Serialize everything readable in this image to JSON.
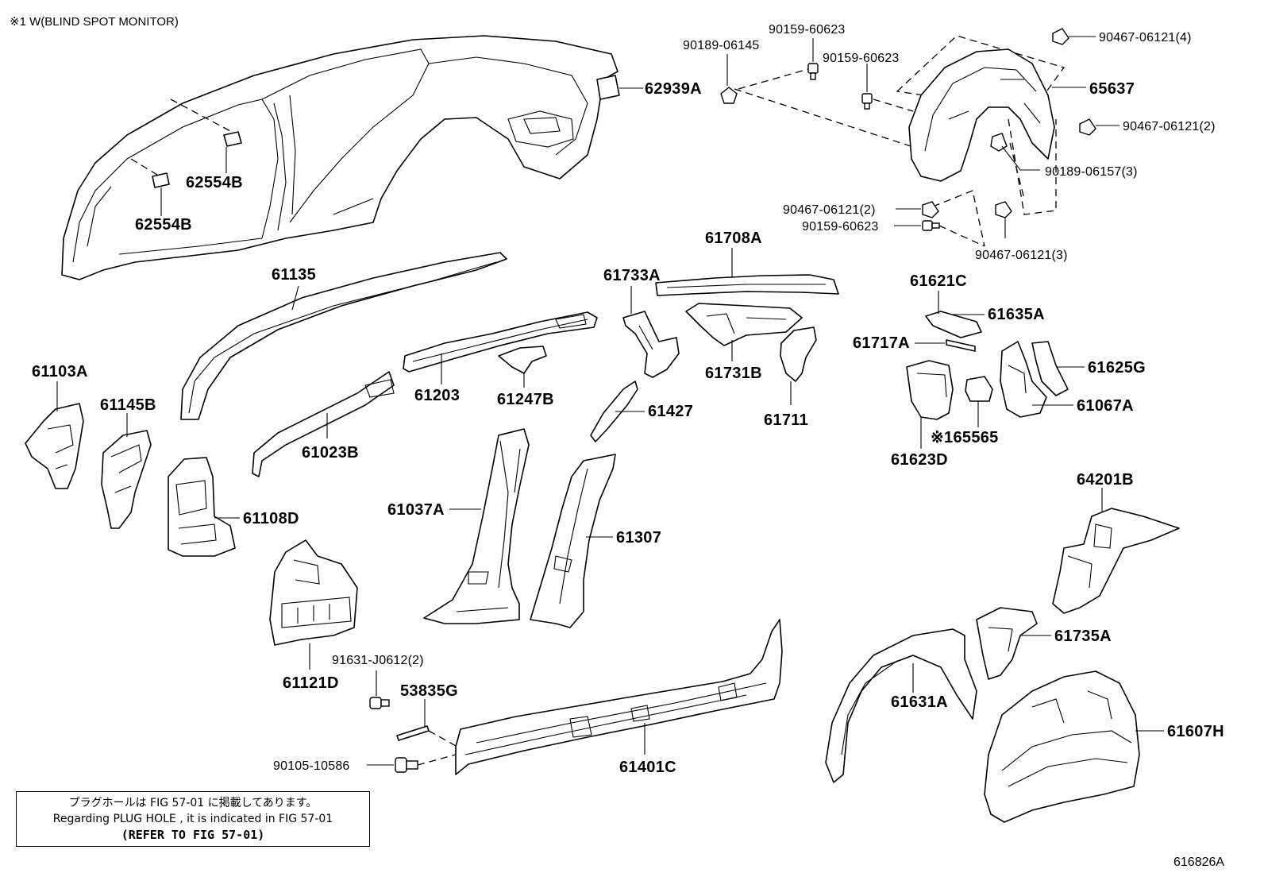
{
  "header_note": "※1  W(BLIND SPOT MONITOR)",
  "figure_code": "616826A",
  "note_box": {
    "line1": "プラグホールは FIG 57-01 に掲載してあります。",
    "line2": "Regarding  PLUG  HOLE , it is indicated in FIG  57-01",
    "line3": "(REFER TO FIG 57-01)"
  },
  "labels": {
    "p62939A": "62939A",
    "p62554B_upper": "62554B",
    "p62554B_lower": "62554B",
    "p61135": "61135",
    "p61103A": "61103A",
    "p61145B": "61145B",
    "p61108D": "61108D",
    "p61023B": "61023B",
    "p61203": "61203",
    "p61247B": "61247B",
    "p61733A": "61733A",
    "p61708A": "61708A",
    "p61731B": "61731B",
    "p61711": "61711",
    "p61427": "61427",
    "p61037A": "61037A",
    "p61307": "61307",
    "p61121D": "61121D",
    "p61401C": "61401C",
    "p53835G": "53835G",
    "p61621C": "61621C",
    "p61635A": "61635A",
    "p61717A": "61717A",
    "p61625G": "61625G",
    "p61067A": "61067A",
    "p65565": "※165565",
    "p61623D": "61623D",
    "p64201B": "64201B",
    "p61735A": "61735A",
    "p61631A": "61631A",
    "p61607H": "61607H",
    "p65637": "65637",
    "f90159_top": "90159-60623",
    "f90189_06145": "90189-06145",
    "f90159_mid": "90159-60623",
    "f90467_4": "90467-06121(4)",
    "f90467_2a": "90467-06121(2)",
    "f90189_06157": "90189-06157(3)",
    "f90467_2b": "90467-06121(2)",
    "f90159_low": "90159-60623",
    "f90467_3": "90467-06121(3)",
    "f91631": "91631-J0612(2)",
    "f90105": "90105-10586"
  }
}
